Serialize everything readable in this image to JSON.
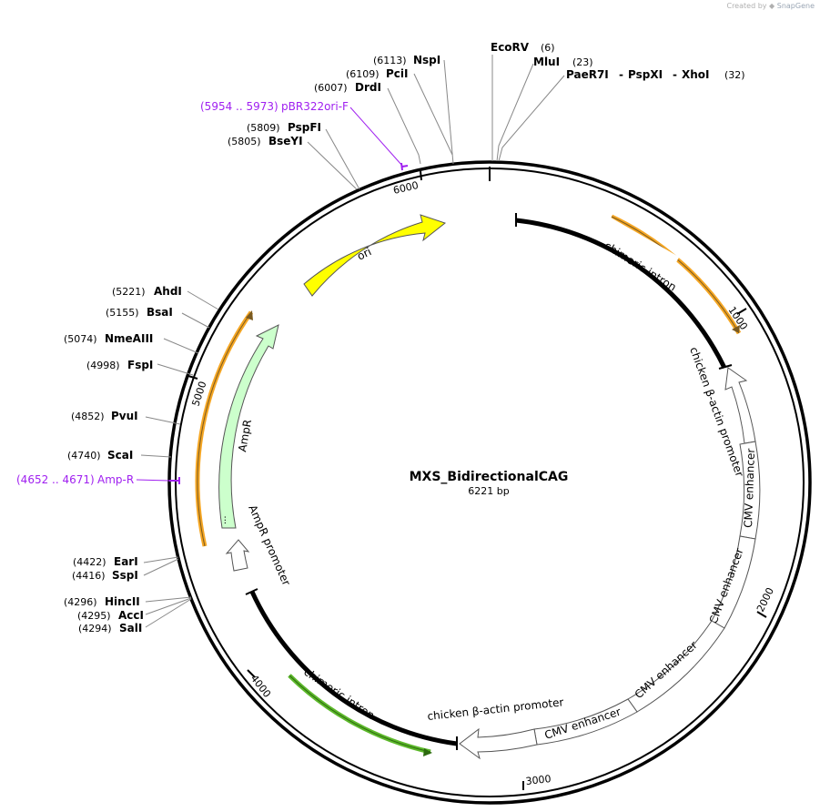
{
  "credit": {
    "prefix": "Created by",
    "brand": "SnapGene"
  },
  "plasmid": {
    "name": "MXS_BidirectionalCAG",
    "length_label": "6221 bp"
  },
  "ticks": [
    "1000",
    "2000",
    "3000",
    "4000",
    "5000",
    "6000"
  ],
  "sites": [
    {
      "pos": "(6)",
      "name": "EcoRV"
    },
    {
      "pos": "(23)",
      "name": "MluI"
    },
    {
      "name": "PaeR7I",
      "sep1": "-",
      "name2": "PspXI",
      "sep2": "-",
      "name3": "XhoI",
      "pos": "(32)"
    },
    {
      "pos": "(6113)",
      "name": "NspI"
    },
    {
      "pos": "(6109)",
      "name": "PciI"
    },
    {
      "pos": "(6007)",
      "name": "DrdI"
    },
    {
      "pos": "(5809)",
      "name": "PspFI"
    },
    {
      "pos": "(5805)",
      "name": "BseYI"
    },
    {
      "pos": "(5221)",
      "name": "AhdI"
    },
    {
      "pos": "(5155)",
      "name": "BsaI"
    },
    {
      "pos": "(5074)",
      "name": "NmeAIII"
    },
    {
      "pos": "(4998)",
      "name": "FspI"
    },
    {
      "pos": "(4852)",
      "name": "PvuI"
    },
    {
      "pos": "(4740)",
      "name": "ScaI"
    },
    {
      "pos": "(4422)",
      "name": "EarI"
    },
    {
      "pos": "(4416)",
      "name": "SspI"
    },
    {
      "pos": "(4296)",
      "name": "HincII"
    },
    {
      "pos": "(4295)",
      "name": "AccI"
    },
    {
      "pos": "(4294)",
      "name": "SalI"
    }
  ],
  "primers": [
    {
      "range": "(5954 .. 5973)",
      "name": "pBR322ori-F"
    },
    {
      "range": "(4652 .. 4671)",
      "name": "Amp-R"
    }
  ],
  "features": [
    {
      "name": "ori"
    },
    {
      "name": "chimeric intron"
    },
    {
      "name": "chicken β-actin promoter"
    },
    {
      "name": "CMV enhancer"
    },
    {
      "name": "CMV enhancer"
    },
    {
      "name": "CMV enhancer"
    },
    {
      "name": "CMV enhancer"
    },
    {
      "name": "chicken β-actin promoter"
    },
    {
      "name": "chimeric intron"
    },
    {
      "name": "AmpR"
    },
    {
      "name": "AmpR promoter"
    }
  ],
  "colors": {
    "backbone": "#000000",
    "ori": "#ffff00",
    "ampr": "#ccffcc",
    "orange_arc": "#f5a623",
    "green_arc": "#5cb82a",
    "primer": "#a020f0"
  }
}
